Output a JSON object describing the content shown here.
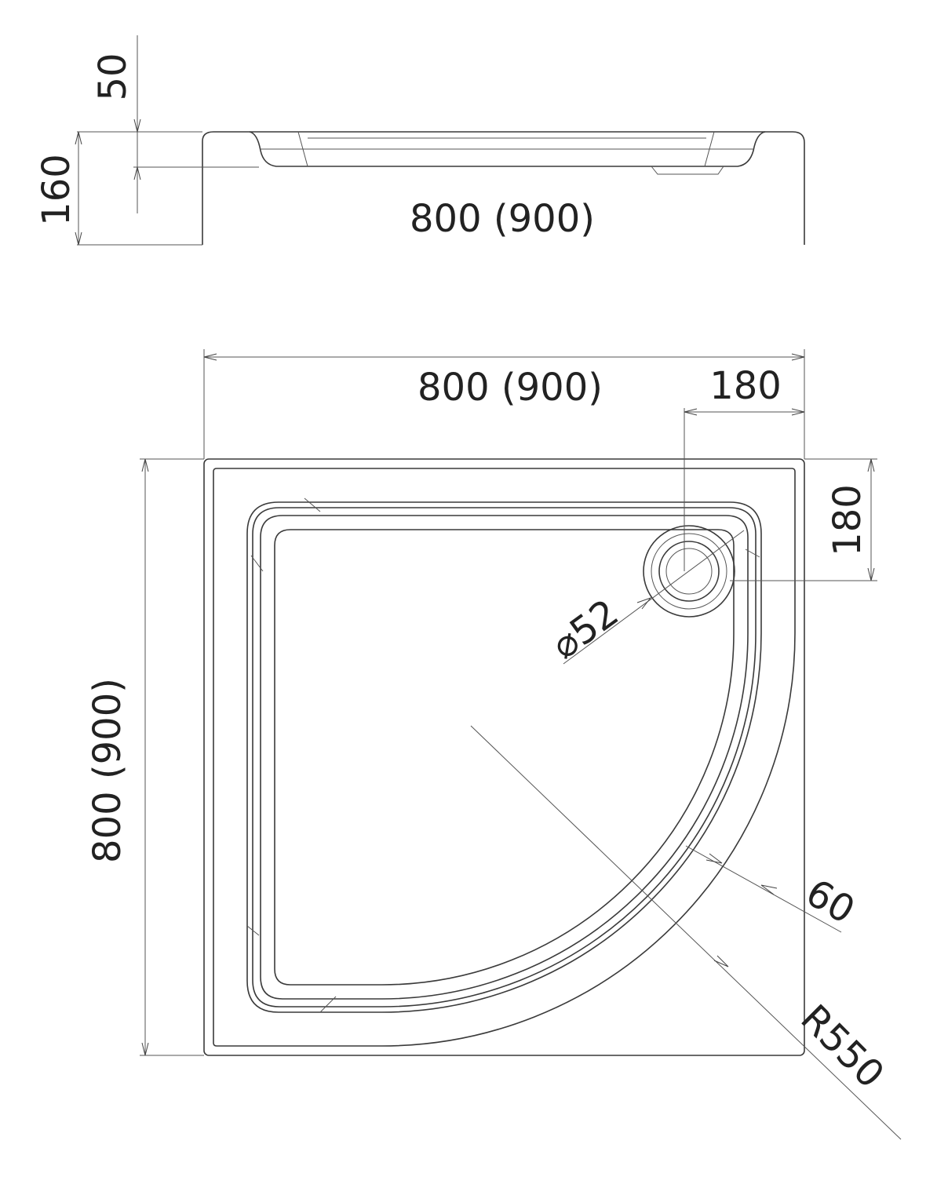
{
  "drawing": {
    "side_view": {
      "height_label": "160",
      "recess_depth_label": "50",
      "width_label": "800 (900)"
    },
    "plan_view": {
      "width_label": "800 (900)",
      "depth_label": "800 (900)",
      "drain_offset_x_label": "180",
      "drain_offset_y_label": "180",
      "drain_diameter_label": "⌀52",
      "rim_width_label": "60",
      "radius_label": "R550"
    },
    "line_color": "#3a3a3a"
  }
}
